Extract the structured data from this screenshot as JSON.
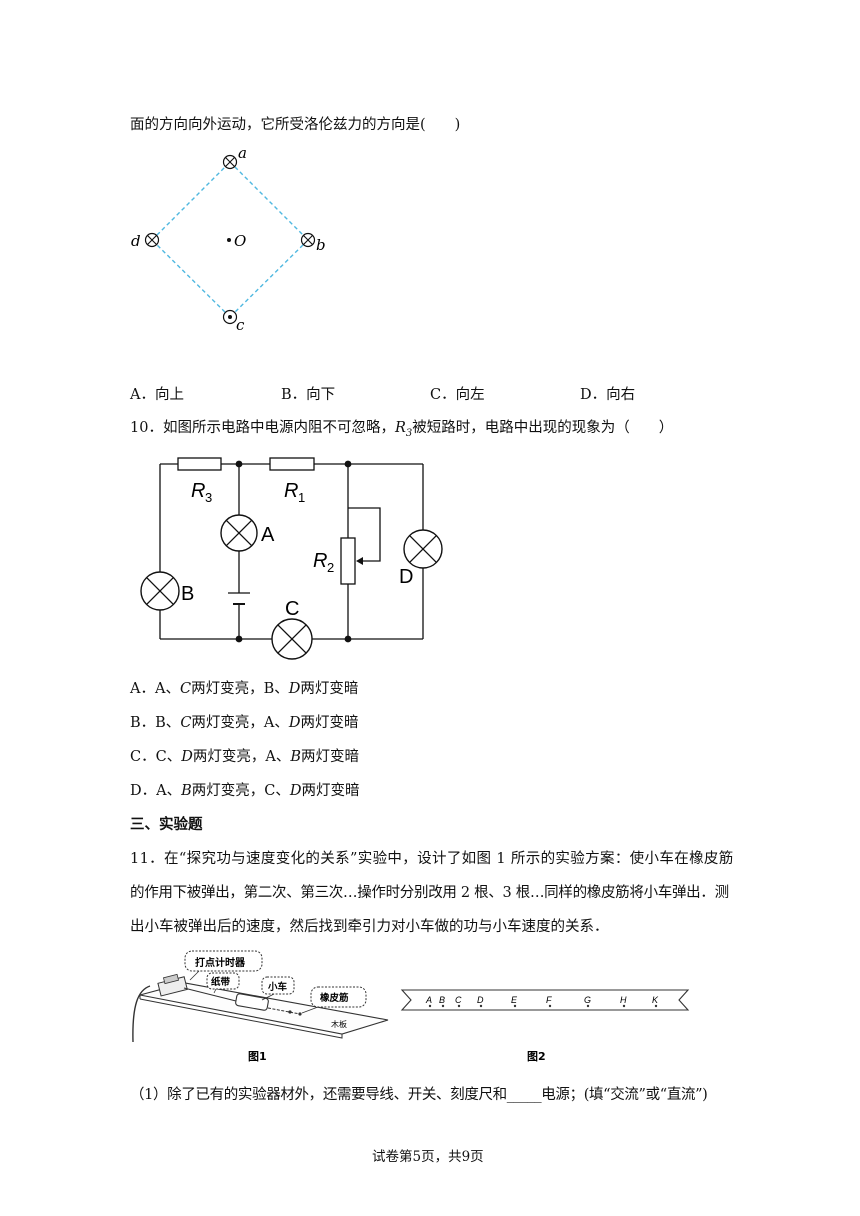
{
  "q9": {
    "stem_tail": "面的方向向外运动，它所受洛伦兹力的方向是(　　)",
    "figure": {
      "labels": {
        "a": "a",
        "b": "b",
        "c": "c",
        "d": "d",
        "O": "O"
      },
      "dash_color": "#4fb8e0"
    },
    "options": [
      {
        "letter": "A．",
        "text": "向上"
      },
      {
        "letter": "B．",
        "text": "向下"
      },
      {
        "letter": "C．",
        "text": "向左"
      },
      {
        "letter": "D．",
        "text": "向右"
      }
    ]
  },
  "q10": {
    "stem_pre": "10．如图所示电路中电源内阻不可忽略，",
    "stem_var": "R",
    "stem_sub": "3",
    "stem_post": "被短路时，电路中出现的现象为（　　）",
    "circuit": {
      "r3": "R",
      "r3_sub": "3",
      "r1": "R",
      "r1_sub": "1",
      "r2": "R",
      "r2_sub": "2",
      "lampA": "A",
      "lampB": "B",
      "lampC": "C",
      "lampD": "D"
    },
    "options": [
      {
        "letter": "A．",
        "p1": "A、",
        "i1": "C",
        "p2": "两灯变亮，B、",
        "i2": "D",
        "p3": "两灯变暗"
      },
      {
        "letter": "B．",
        "p1": "B、",
        "i1": "C",
        "p2": "两灯变亮，A、",
        "i2": "D",
        "p3": "两灯变暗"
      },
      {
        "letter": "C．",
        "p1": "C、",
        "i1": "D",
        "p2": "两灯变亮，A、",
        "i2": "B",
        "p3": "两灯变暗"
      },
      {
        "letter": "D．",
        "p1": "A、",
        "i1": "B",
        "p2": "两灯变亮，C、",
        "i2": "D",
        "p3": "两灯变暗"
      }
    ]
  },
  "section3": {
    "title": "三、实验题"
  },
  "q11": {
    "line1": "11．在“探究功与速度变化的关系”实验中，设计了如图 1 所示的实验方案：使小车在橡皮筋",
    "line2": "的作用下被弹出，第二次、第三次…操作时分别改用 2 根、3 根…同样的橡皮筋将小车弹出．测",
    "line3": "出小车被弹出后的速度，然后找到牵引力对小车做的功与小车速度的关系．",
    "fig1": {
      "timer": "打点计时器",
      "tape": "纸带",
      "car": "小车",
      "band": "橡皮筋",
      "board": "木板",
      "caption": "图1"
    },
    "fig2": {
      "points": [
        "A",
        "B",
        "C",
        "D",
        "E",
        "F",
        "G",
        "H",
        "K"
      ],
      "caption": "图2"
    },
    "sub1": "（1）除了已有的实验器材外，还需要导线、开关、刻度尺和_____电源；(填“交流”或“直流”)"
  },
  "footer": "试卷第5页，共9页"
}
